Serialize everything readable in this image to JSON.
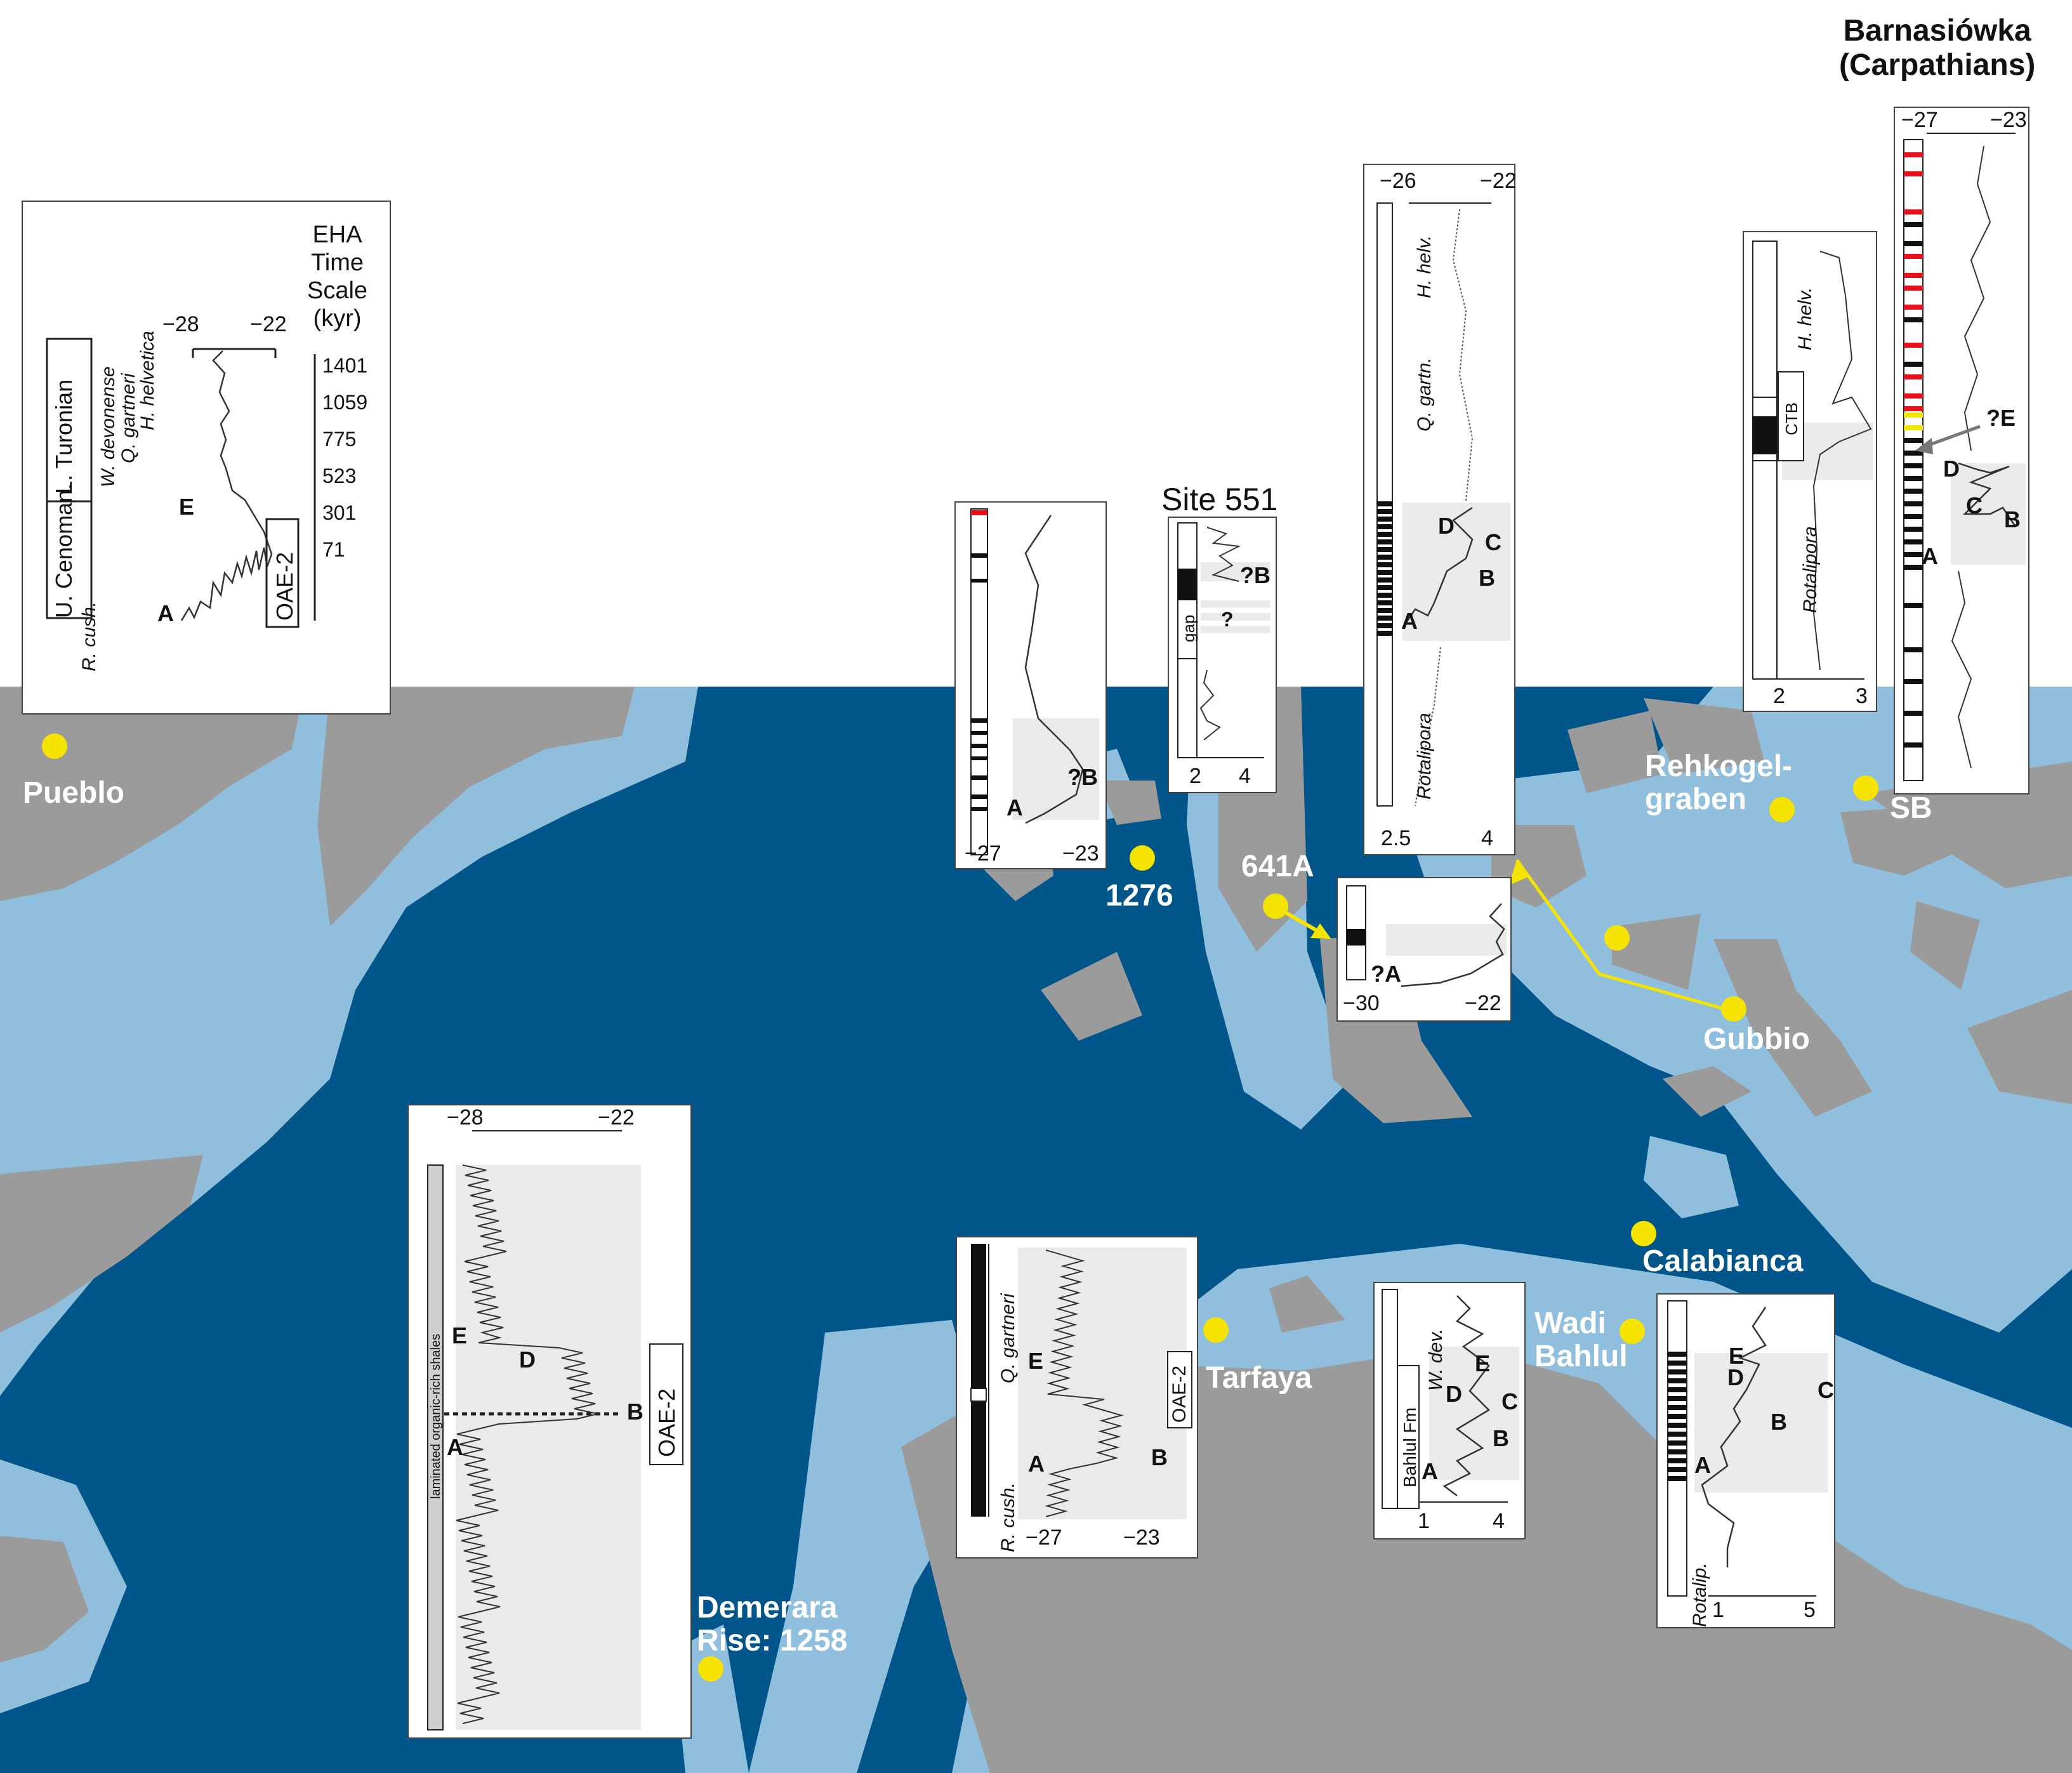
{
  "colors": {
    "deep_ocean": "#00558a",
    "shelf_sea": "#8fbfdc",
    "land": "#9b9b9b",
    "site_marker": "#f5e400",
    "ocean_shading": "#eaeaea",
    "black_shale_red": "#e8101a"
  },
  "sites": {
    "pueblo": "Pueblo",
    "s1276": "1276",
    "s641a": "641A",
    "rehkogel": "Rehkogel-\ngraben",
    "sb": "SB",
    "gubbio": "Gubbio",
    "calabianca": "Calabianca",
    "wadi": "Wadi\nBahlul",
    "tarfaya": "Tarfaya",
    "demerara": "Demerara\nRise: 1258",
    "barnasiowka": "Barnasiówka\n(Carpathians)",
    "site551": "Site 551"
  },
  "pueblo_panel": {
    "axis_min": "−28",
    "axis_max": "−22",
    "timescale_title": "EHA\nTime\nScale\n(kyr)",
    "time_ticks": [
      "1401",
      "1059",
      "775",
      "523",
      "301",
      "71"
    ],
    "stage_lower": "U. Cenoman.",
    "stage_upper": "L. Turonian",
    "zone1": "R. cush.",
    "zone2": "W. devonense",
    "zone3": "Q. gartneri",
    "zone4": "H. helvetica",
    "event_a": "A",
    "event_e": "E",
    "oae": "OAE-2"
  },
  "p1276": {
    "axis_min": "−27",
    "axis_max": "−23",
    "event_a": "A",
    "event_b": "?B"
  },
  "p551": {
    "axis_min": "2",
    "axis_max": "4",
    "gap": "gap",
    "q": "?",
    "event_b": "?B"
  },
  "p_gubbio": {
    "axis_top_min": "−26",
    "axis_top_max": "−22",
    "axis_bot_min": "2.5",
    "axis_bot_max": "4",
    "zone1": "H. helv.",
    "zone2": "Q. gartn.",
    "zone3": "Rotalipora",
    "event_a": "A",
    "event_b": "B",
    "event_c": "C",
    "event_d": "D"
  },
  "p641a": {
    "axis_min": "−30",
    "axis_max": "−22",
    "event_a": "?A"
  },
  "p_rehkogel": {
    "axis_min": "2",
    "axis_max": "3",
    "zone1": "H. helv.",
    "zone2": "Rotalipora",
    "ctb": "CTB"
  },
  "p_barn": {
    "axis_min": "−27",
    "axis_max": "−23",
    "event_e": "?E",
    "event_d": "D",
    "event_c": "C",
    "event_b": "B",
    "event_a": "A"
  },
  "p_demerara": {
    "axis_min": "−28",
    "axis_max": "−22",
    "lith": "laminated organic-rich shales",
    "event_e": "E",
    "event_d": "D",
    "event_b": "B",
    "event_a": "A",
    "oae": "OAE-2"
  },
  "p_tarfaya": {
    "axis_min": "−27",
    "axis_max": "−23",
    "zone1": "Q. gartneri",
    "zone2": "R. cush.",
    "event_e": "E",
    "event_a": "A",
    "event_b": "B",
    "oae": "OAE-2"
  },
  "p_wadi": {
    "axis_min": "1",
    "axis_max": "4",
    "fm": "Bahlul  Fm",
    "zone": "W. dev.",
    "event_e": "E",
    "event_d": "D",
    "event_c": "C",
    "event_b": "B",
    "event_a": "A"
  },
  "p_calabianca": {
    "axis_min": "1",
    "axis_max": "5",
    "zone": "Rotalip.",
    "event_e": "E",
    "event_d": "D",
    "event_c": "C",
    "event_b": "B",
    "event_a": "A"
  }
}
